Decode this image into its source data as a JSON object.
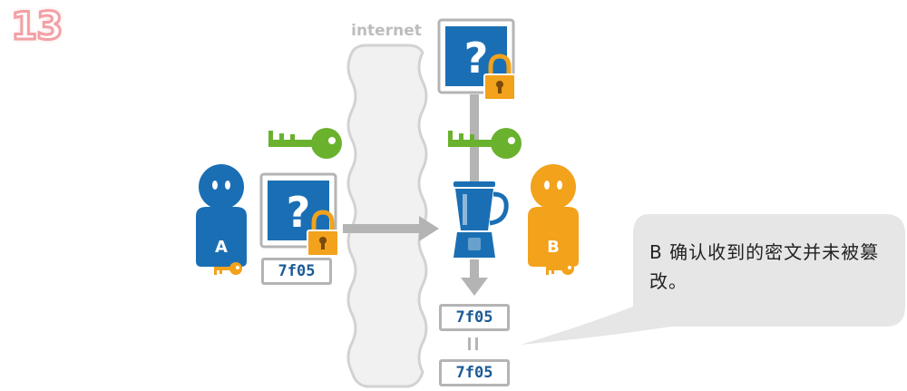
{
  "step_number": "13",
  "network": {
    "label": "internet"
  },
  "sender": {
    "label": "A",
    "color": "#1a6fb4",
    "key_color": "#f2a21b"
  },
  "receiver": {
    "label": "B",
    "color": "#f2a21b",
    "key_color": "#f2a21b"
  },
  "message": {
    "symbol": "?",
    "screen_color": "#1a6fb4",
    "lock_color": "#f2a21b"
  },
  "shared_key": {
    "color": "#6ab22e"
  },
  "hashes": {
    "sent": "7f05",
    "computed": "7f05",
    "expected": "7f05",
    "equals": "="
  },
  "callout": {
    "text": "B 确认收到的密文并未被篡改。"
  }
}
